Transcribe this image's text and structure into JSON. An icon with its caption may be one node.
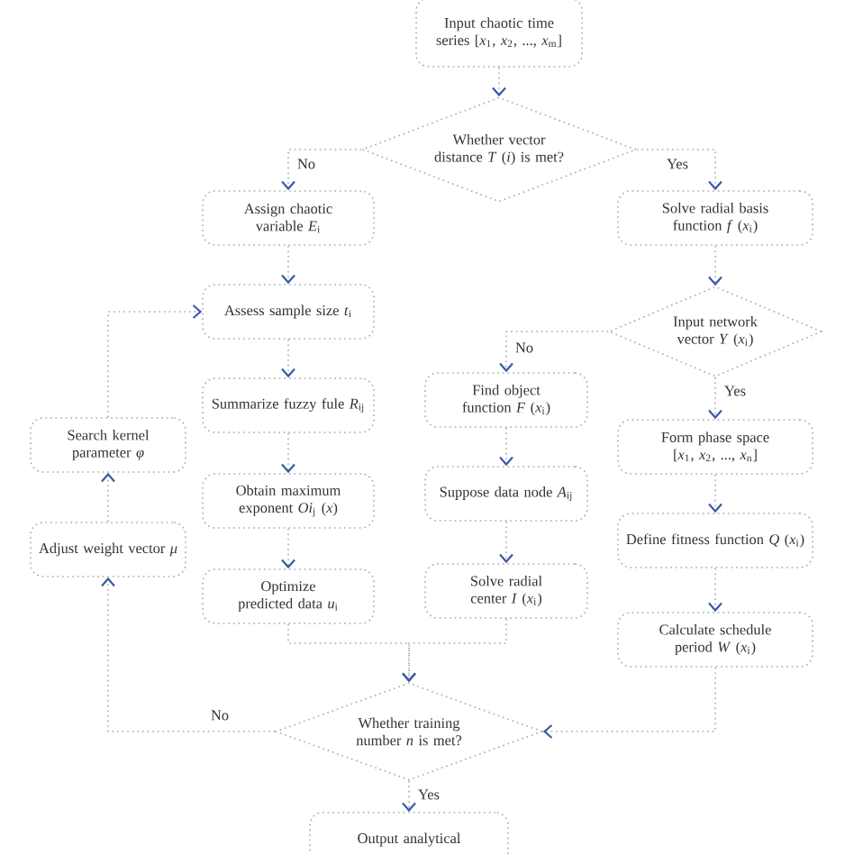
{
  "diagram": {
    "nodes": [
      {
        "text": [
          "Input chaotic time series [*x*$_{1}$, *x*$_{2}$, ..., *x*$_{m}$]"
        ]
      },
      {
        "text": [
          "Whether vector distance *T* (*i*) is met?"
        ]
      },
      {
        "text": [
          "Assign chaotic variable *E*$_{i}$"
        ]
      },
      {
        "text": [
          "Solve radial basis function *f* (*x*$_{i}$)"
        ]
      },
      {
        "text": [
          "Assess sample size *t*$_{i}$"
        ]
      },
      {
        "text": [
          "Input network vector *Y* (*x*$_{i}$)"
        ]
      },
      {
        "text": [
          "Summarize fuzzy fule *R*$_{ij}$"
        ]
      },
      {
        "text": [
          "Search kernel parameter *φ*"
        ]
      },
      {
        "text": [
          "Find object function *F* (*x*$_{i}$)"
        ]
      },
      {
        "text": [
          "Form phase space [*x*$_{1}$, *x*$_{2}$, ..., *x*$_{n}$]"
        ]
      },
      {
        "text": [
          "Obtain maximum exponent *Oi*$_{j}$ (*x*)"
        ]
      },
      {
        "text": [
          "Suppose data node *A*$_{ij}$"
        ]
      },
      {
        "text": [
          "Adjust weight vector *μ*"
        ]
      },
      {
        "text": [
          "Define fitness function *Q* (*x*$_{i}$)"
        ]
      },
      {
        "text": [
          "Optimize predicted data *u*$_{i}$"
        ]
      },
      {
        "text": [
          "Solve radial center *I* (*x*$_{i}$)"
        ]
      },
      {
        "text": [
          "Calculate schedule period *W* (*x*$_{i}$)"
        ]
      },
      {
        "text": [
          "Whether training number *n* is met?"
        ]
      },
      {
        "text": [
          "Output analytical"
        ]
      }
    ],
    "edges": [
      {
        "from": 0,
        "to": 1,
        "arrow": "to"
      },
      {
        "from": 1,
        "to": 2,
        "arrow": "to",
        "label": "No"
      },
      {
        "from": 1,
        "to": 3,
        "arrow": "to",
        "label": "Yes"
      },
      {
        "from": 2,
        "to": 4,
        "arrow": "to"
      },
      {
        "from": 3,
        "to": 5,
        "arrow": "to"
      },
      {
        "from": 4,
        "to": 6,
        "arrow": "to"
      },
      {
        "from": 6,
        "to": 10,
        "arrow": "to"
      },
      {
        "from": 10,
        "to": 14,
        "arrow": "to"
      },
      {
        "from": 5,
        "to": 8,
        "arrow": "to",
        "label": "No"
      },
      {
        "from": 5,
        "to": 9,
        "arrow": "to",
        "label": "Yes"
      },
      {
        "from": 8,
        "to": 11,
        "arrow": "to"
      },
      {
        "from": 11,
        "to": 15,
        "arrow": "to"
      },
      {
        "from": 9,
        "to": 13,
        "arrow": "to"
      },
      {
        "from": 13,
        "to": 16,
        "arrow": "to"
      },
      {
        "from": 14,
        "to": 17,
        "arrow": "to"
      },
      {
        "from": 15,
        "to": 17,
        "arrow": "to"
      },
      {
        "from": 16,
        "to": 17,
        "arrow": "to"
      },
      {
        "from": 17,
        "to": 12,
        "arrow": "to",
        "label": "No"
      },
      {
        "from": 12,
        "to": 7,
        "arrow": "to"
      },
      {
        "from": 7,
        "to": 4,
        "arrow": "to"
      },
      {
        "from": 17,
        "to": 18,
        "arrow": "to",
        "label": "Yes"
      }
    ]
  }
}
